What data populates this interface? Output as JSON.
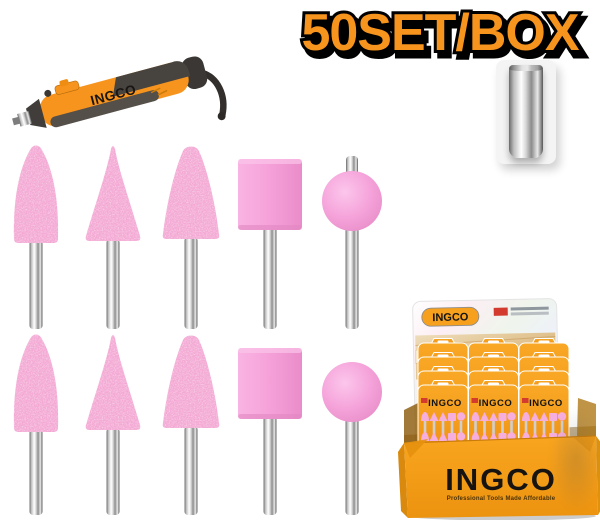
{
  "page": {
    "background": "#ffffff"
  },
  "headline": {
    "text": "50SET/BOX",
    "fill_color": "#F7941D",
    "outline_color": "#000000"
  },
  "rotary_tool": {
    "brand_label": "INGCO",
    "body_color": "#F7941D",
    "housing_color": "#47433F"
  },
  "shank_sample": {
    "panel_color": "#F4F4F4"
  },
  "bit_set": {
    "rows": 2,
    "per_row": 5,
    "shapes": [
      "bullet-cone",
      "pointed-cone",
      "tapered-cone",
      "cylinder",
      "ball"
    ],
    "stone_color_grainy": "#F3A7D3",
    "stone_color_smooth": "#F6A6DC",
    "shank_color": "#C9C9C9"
  },
  "display_box": {
    "box_color": "#F7A01E",
    "front_logo": "INGCO",
    "front_tagline": "Professional Tools Made Affordable",
    "backing_card_logo": "INGCO",
    "blister_card_logo": "INGCO",
    "card_columns": 3,
    "cards_per_column": 4
  }
}
